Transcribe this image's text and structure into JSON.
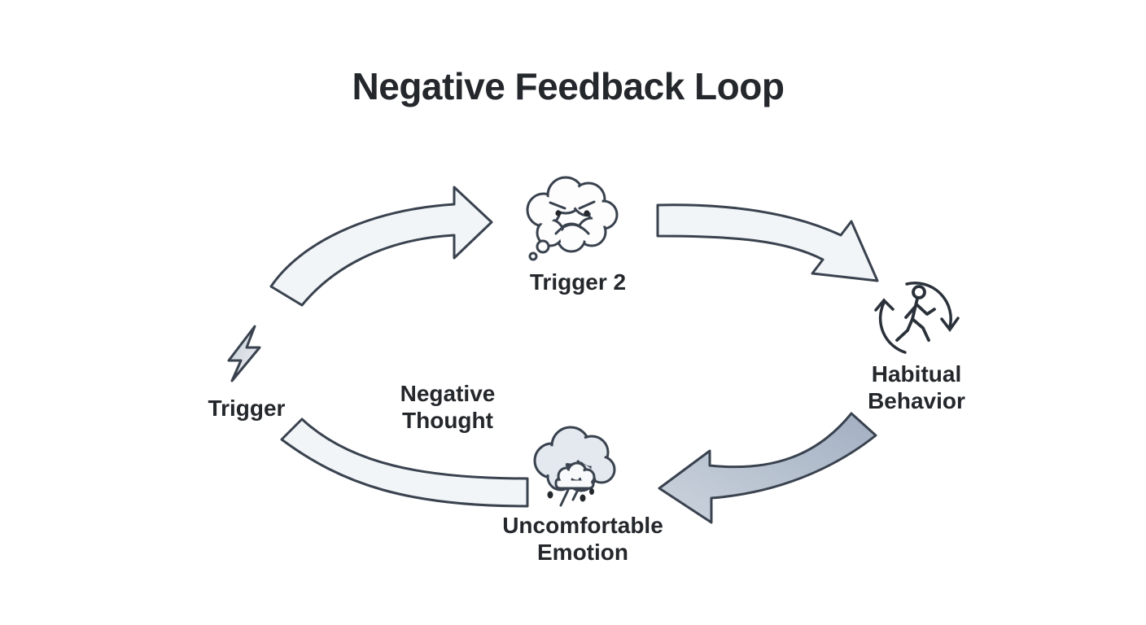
{
  "title": "Negative Feedback Loop",
  "diagram": {
    "type": "cycle-diagram",
    "nodes": {
      "trigger": {
        "label": "Trigger",
        "icon": "lightning-bolt-icon"
      },
      "trigger_2": {
        "label": "Trigger 2",
        "icon": "angry-thought-cloud-icon"
      },
      "negative_thought": {
        "line1": "Negative",
        "line2": "Thought"
      },
      "habitual_behavior": {
        "line1": "Habitual",
        "line2": "Behavior",
        "icon": "walking-person-cycle-icon"
      },
      "uncomfortable_emotion": {
        "line1": "Uncomfortable",
        "line2": "Emotion",
        "icon": "rain-cloud-icon"
      }
    },
    "arrows": [
      {
        "from": "Trigger",
        "to": "Trigger 2",
        "style": "light",
        "direction": "up-right"
      },
      {
        "from": "Trigger 2",
        "to": "Habitual Behavior",
        "style": "light",
        "direction": "right-down"
      },
      {
        "from": "Habitual Behavior",
        "to": "Uncomfortable Emotion",
        "style": "dark",
        "direction": "down-left"
      },
      {
        "from": "Uncomfortable Emotion",
        "to": "Trigger",
        "style": "light",
        "direction": "left-up"
      }
    ],
    "colors": {
      "background": "#ffffff",
      "outline": "#39424e",
      "text": "#24272b",
      "arrow_light_fill": "#f2f5f8",
      "arrow_dark_fill": "#b3bfce",
      "bolt_fill": "#d6dbe2",
      "rain_cloud_fill": "#e4e9f0",
      "small_cloud_fill": "#f7f9fa",
      "thought_cloud_fill": "#fdfdfe"
    }
  }
}
